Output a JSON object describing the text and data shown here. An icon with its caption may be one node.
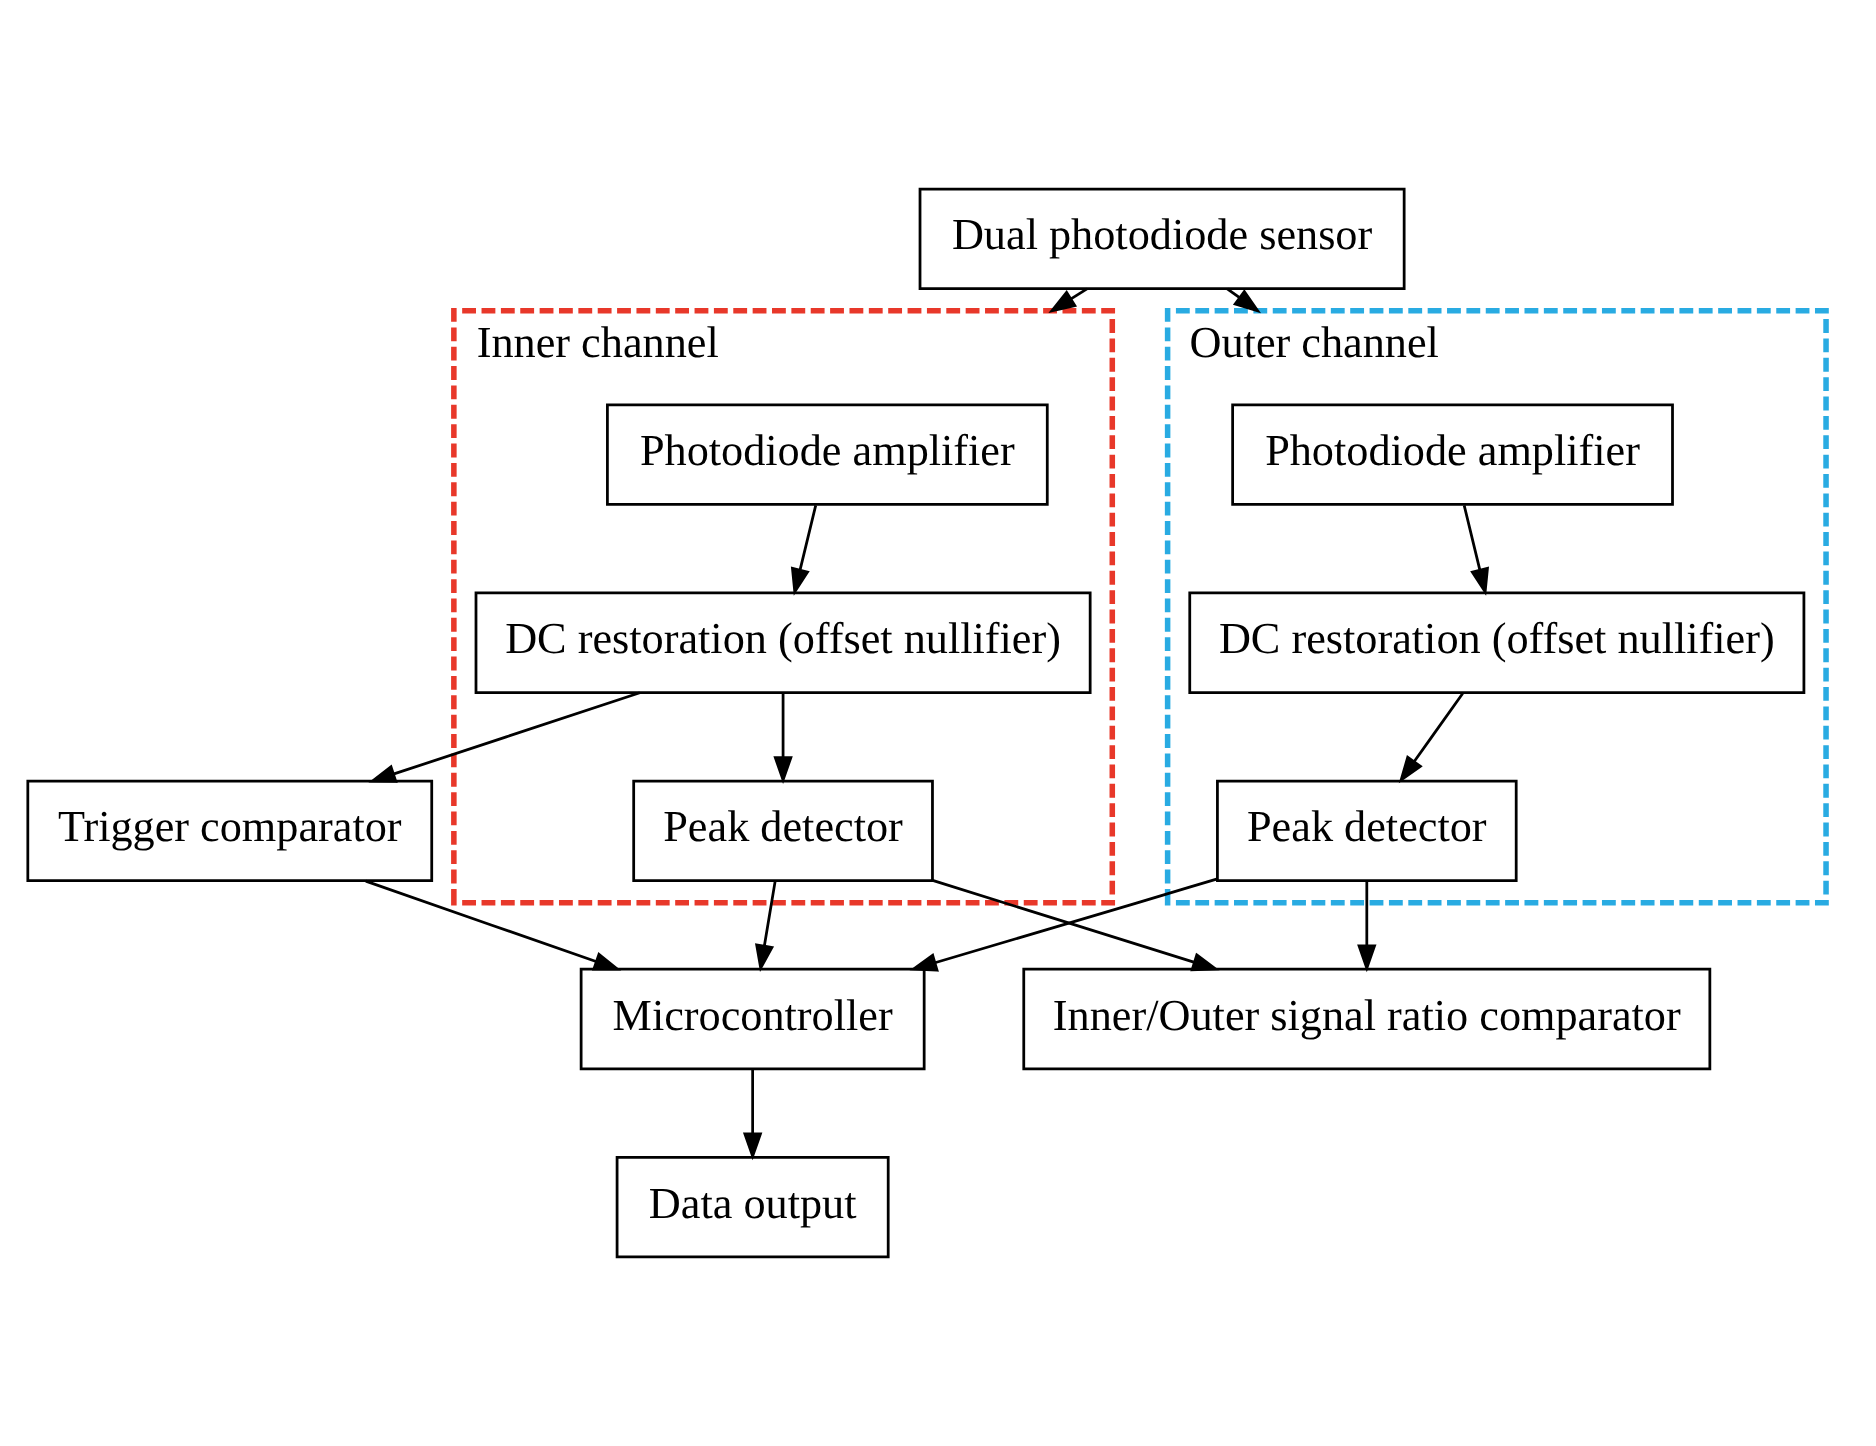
{
  "diagram": {
    "nodes": [
      {
        "text": [
          "Dual photodiode sensor"
        ]
      },
      {
        "text": [
          "Inner channel"
        ]
      },
      {
        "text": [
          "Photodiode amplifier"
        ],
        "in": 1
      },
      {
        "text": [
          "DC restoration (offset nullifier)"
        ],
        "in": 1
      },
      {
        "text": [
          "Peak detector"
        ],
        "in": 1
      },
      {
        "text": [
          "Outer channel"
        ]
      },
      {
        "text": [
          "Photodiode amplifier"
        ],
        "in": 5
      },
      {
        "text": [
          "DC restoration (offset nullifier)"
        ],
        "in": 5
      },
      {
        "text": [
          "Peak detector"
        ],
        "in": 5
      },
      {
        "text": [
          "Trigger comparator"
        ]
      },
      {
        "text": [
          "Inner/Outer signal ratio comparator"
        ]
      },
      {
        "text": [
          "Microcontroller"
        ]
      },
      {
        "text": [
          "Data output"
        ]
      }
    ],
    "edges": [
      {
        "from": 0,
        "to": 1,
        "arrow": "to"
      },
      {
        "from": 0,
        "to": 5,
        "arrow": "to"
      },
      {
        "from": 2,
        "to": 3,
        "arrow": "to"
      },
      {
        "from": 3,
        "to": 4,
        "arrow": "to"
      },
      {
        "from": 6,
        "to": 7,
        "arrow": "to"
      },
      {
        "from": 7,
        "to": 8,
        "arrow": "to"
      },
      {
        "from": 3,
        "to": 9,
        "arrow": "to"
      },
      {
        "from": 4,
        "to": 11,
        "arrow": "to"
      },
      {
        "from": 8,
        "to": 11,
        "arrow": "to"
      },
      {
        "from": 4,
        "to": 10,
        "arrow": "to"
      },
      {
        "from": 8,
        "to": 10,
        "arrow": "to"
      },
      {
        "from": 9,
        "to": 11,
        "arrow": "to"
      },
      {
        "from": 11,
        "to": 12,
        "arrow": "to"
      }
    ]
  }
}
